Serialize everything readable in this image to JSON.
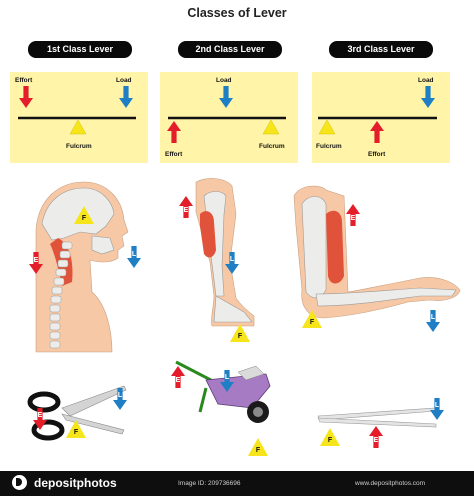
{
  "title": "Classes of Lever",
  "panels": [
    {
      "header": "1st Class Lever",
      "effort": "Effort",
      "load": "Load",
      "fulcrum": "Fulcrum"
    },
    {
      "header": "2nd Class Lever",
      "effort": "Effort",
      "load": "Load",
      "fulcrum": "Fulcrum"
    },
    {
      "header": "3rd Class Lever",
      "effort": "Effort",
      "load": "Load",
      "fulcrum": "Fulcrum"
    }
  ],
  "markers": {
    "effort": "E",
    "load": "L",
    "fulcrum": "F"
  },
  "colors": {
    "effort": "#e31e2a",
    "load": "#1f7fc4",
    "fulcrum": "#f6e51b",
    "panel": "#fff4a8",
    "muscle": "#e0533a",
    "bone": "#f3ead0",
    "skin": "#f6c8a5"
  },
  "footer": {
    "logo": "depositphotos",
    "image_id": "Image ID: 209736696",
    "url": "www.depositphotos.com"
  }
}
